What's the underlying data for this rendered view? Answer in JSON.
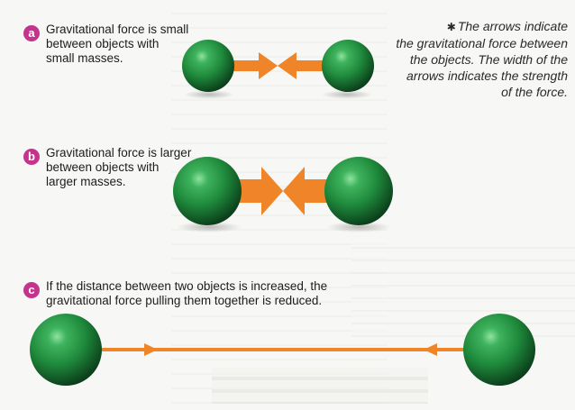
{
  "note": {
    "symbol": "✱",
    "text": "The arrows indicate\nthe gravitational force between\nthe objects. The width of the\narrows indicates the strength\nof the force."
  },
  "panels": [
    {
      "letter": "a",
      "caption": "Gravitational force is small\nbetween objects with\nsmall masses."
    },
    {
      "letter": "b",
      "caption": "Gravitational force is larger\nbetween objects with\nlarger masses."
    },
    {
      "letter": "c",
      "caption": "If the distance between two objects is increased, the\ngravitational force pulling them together is reduced."
    }
  ],
  "colors": {
    "sphere": "#1f8a3c",
    "arrow": "#f08428",
    "badge": "#c4348c"
  }
}
